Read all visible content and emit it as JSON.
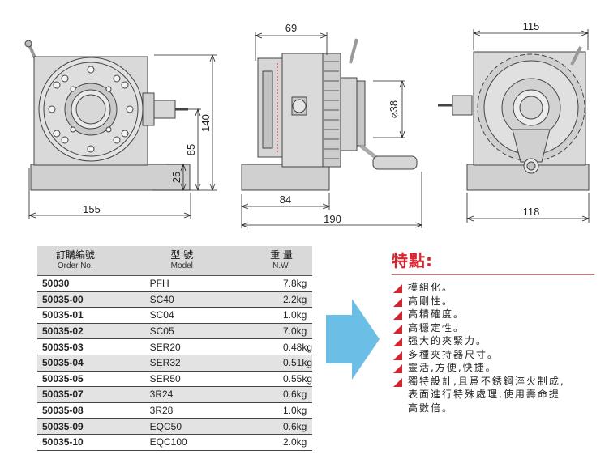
{
  "dimensions": {
    "front_width": "155",
    "front_height": "140",
    "front_center_height": "85",
    "front_base_height": "25",
    "side_top_width": "69",
    "side_base_width": "84",
    "side_total_width": "190",
    "side_bore": "⌀38",
    "back_top_width": "115",
    "back_base_width": "118"
  },
  "table": {
    "headers": [
      {
        "zh": "訂購編號",
        "en": "Order No."
      },
      {
        "zh": "型 號",
        "en": "Model"
      },
      {
        "zh": "重 量",
        "en": "N.W."
      }
    ],
    "rows": [
      {
        "order": "50030",
        "model": "PFH",
        "weight": "7.8kg"
      },
      {
        "order": "50035-00",
        "model": "SC40",
        "weight": "2.2kg"
      },
      {
        "order": "50035-01",
        "model": "SC04",
        "weight": "1.0kg"
      },
      {
        "order": "50035-02",
        "model": "SC05",
        "weight": "7.0kg"
      },
      {
        "order": "50035-03",
        "model": "SER20",
        "weight": "0.48kg"
      },
      {
        "order": "50035-04",
        "model": "SER32",
        "weight": "0.51kg"
      },
      {
        "order": "50035-05",
        "model": "SER50",
        "weight": "0.55kg"
      },
      {
        "order": "50035-07",
        "model": "3R24",
        "weight": "0.6kg"
      },
      {
        "order": "50035-08",
        "model": "3R28",
        "weight": "1.0kg"
      },
      {
        "order": "50035-09",
        "model": "EQC50",
        "weight": "0.6kg"
      },
      {
        "order": "50035-10",
        "model": "EQC100",
        "weight": "2.0kg"
      }
    ]
  },
  "features": {
    "title": "特點:",
    "items": [
      "模組化。",
      "高剛性。",
      "高精確度。",
      "高穩定性。",
      "强大的夾緊力。",
      "多種夾持器尺寸。",
      "靈活,方便,快捷。",
      "獨特設計,且爲不銹鋼淬火制成,",
      "表面進行特殊處理,使用壽命提",
      "高數倍。"
    ]
  },
  "colors": {
    "accent_red": "#d6242e",
    "arrow_blue": "#6bbfe6",
    "table_header": "#d9d9d9",
    "table_alt_row": "#e3e3e3",
    "machine_fill": "#d4d4d4"
  }
}
